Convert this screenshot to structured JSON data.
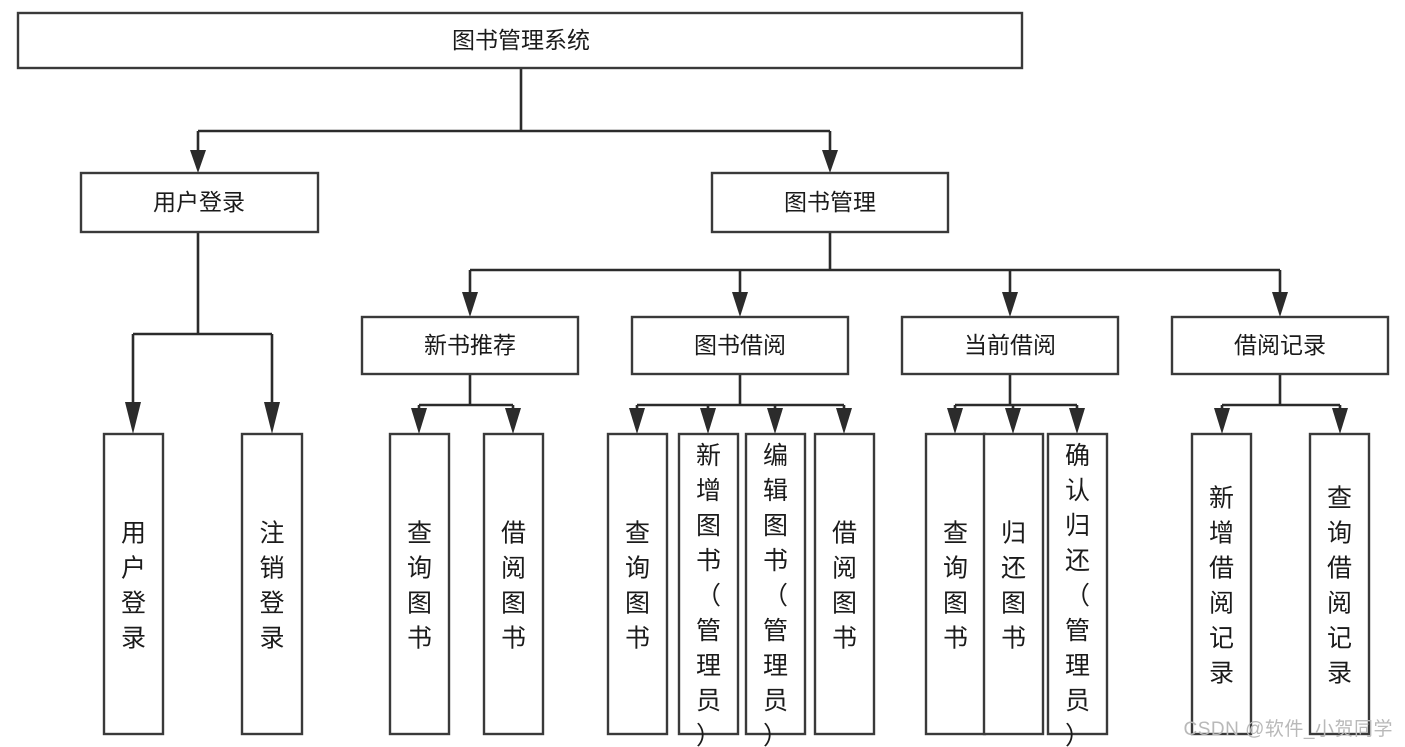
{
  "diagram": {
    "type": "tree-hierarchy-chart",
    "title": "图书管理系统",
    "watermark": "CSDN @软件_小贺同学",
    "colors": {
      "background": "#ffffff",
      "box_stroke": "#3a3a3a",
      "connector": "#2b2b2b",
      "text": "#1b1b1b",
      "watermark": "#b9b9b9"
    },
    "levels": {
      "root": {
        "label": "图书管理系统"
      },
      "level2": [
        {
          "label": "用户登录"
        },
        {
          "label": "图书管理"
        }
      ],
      "level3": [
        {
          "label": "新书推荐"
        },
        {
          "label": "图书借阅"
        },
        {
          "label": "当前借阅"
        },
        {
          "label": "借阅记录"
        }
      ],
      "leaves": [
        {
          "label": "用户登录",
          "parent": "用户登录"
        },
        {
          "label": "注销登录",
          "parent": "用户登录"
        },
        {
          "label": "查询图书",
          "parent": "新书推荐"
        },
        {
          "label": "借阅图书",
          "parent": "新书推荐"
        },
        {
          "label": "查询图书",
          "parent": "图书借阅"
        },
        {
          "label": "新增图书（管理员）",
          "parent": "图书借阅"
        },
        {
          "label": "编辑图书（管理员）",
          "parent": "图书借阅"
        },
        {
          "label": "借阅图书",
          "parent": "图书借阅"
        },
        {
          "label": "查询图书",
          "parent": "当前借阅"
        },
        {
          "label": "归还图书",
          "parent": "当前借阅"
        },
        {
          "label": "确认归还（管理员）",
          "parent": "当前借阅"
        },
        {
          "label": "新增借阅记录",
          "parent": "借阅记录"
        },
        {
          "label": "查询借阅记录",
          "parent": "借阅记录"
        }
      ]
    }
  }
}
